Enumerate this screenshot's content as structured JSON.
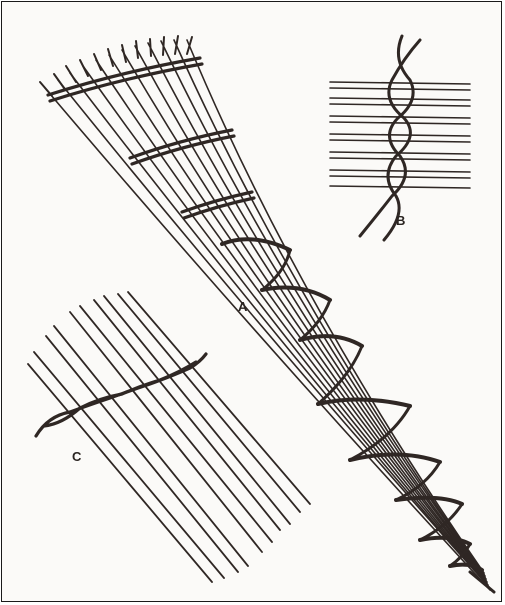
{
  "labels": {
    "a": "A",
    "b": "B",
    "c": "C"
  },
  "colors": {
    "ink": "#2f2724",
    "background": "#fbfaf8",
    "border": "#1a1a1a"
  },
  "figures": [
    {
      "id": "A",
      "depicts": "twined-conical-fish-trap"
    },
    {
      "id": "B",
      "depicts": "two-strand-twining-detail"
    },
    {
      "id": "C",
      "depicts": "twining-across-warps-detail"
    }
  ]
}
